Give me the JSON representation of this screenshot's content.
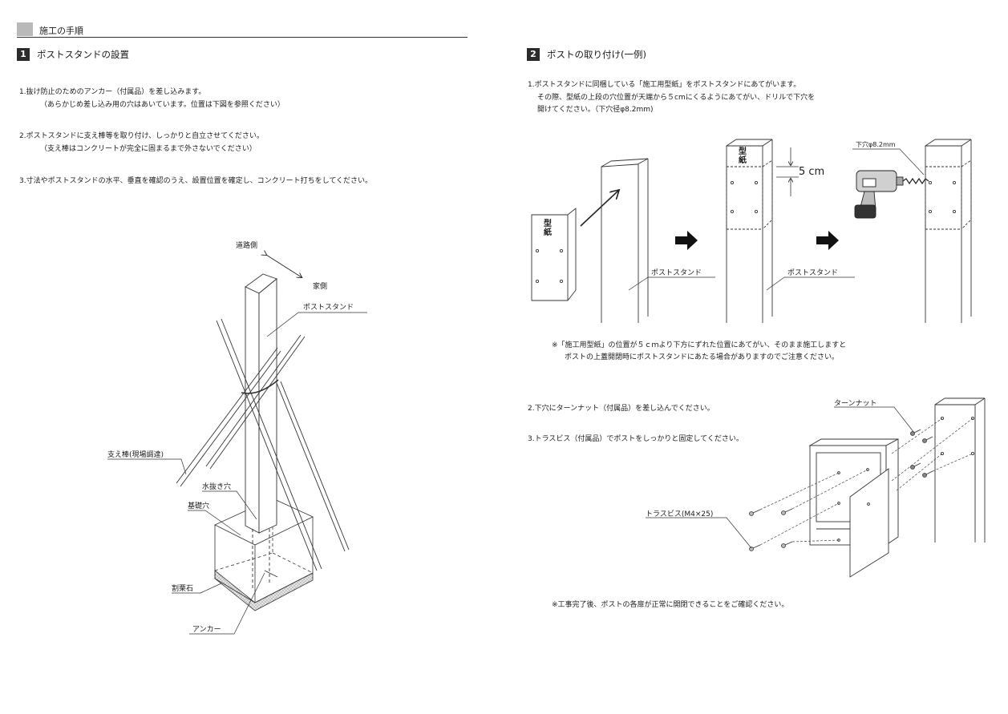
{
  "header": {
    "section_title": "施工の手順"
  },
  "step1": {
    "number": "1",
    "title": "ポストスタンドの設置",
    "items": [
      {
        "line1": "1.抜け防止のためのアンカー（付属品）を差し込みます。",
        "line2": "（あらかじめ差し込み用の穴はあいています。位置は下図を参照ください）"
      },
      {
        "line1": "2.ポストスタンドに支え棒等を取り付け、しっかりと自立させてください。",
        "line2": "（支え棒はコンクリートが完全に固まるまで外さないでください）"
      },
      {
        "line1": "3.寸法やポストスタンドの水平、垂直を確認のうえ、設置位置を確定し、コンクリート打ちをしてください。",
        "line2": ""
      }
    ],
    "diagram_labels": {
      "road_side": "道路側",
      "house_side": "家側",
      "post_stand": "ポストスタンド",
      "support_pole": "支え棒(現場調達)",
      "drain_hole": "水抜き穴",
      "foundation_hole": "基礎穴",
      "crushed_stone": "割栗石",
      "anchor": "アンカー"
    }
  },
  "step2": {
    "number": "2",
    "title": "ポストの取り付け(一例)",
    "intro_lines": [
      "1.ポストスタンドに同梱している「施工用型紙」をポストスタンドにあてがいます。",
      "その際、型紙の上段の穴位置が天端から５cmにくるようにあてがい、ドリルで下穴を",
      "開けてください。（下穴径φ8.2mm)"
    ],
    "diagram_labels": {
      "template_1": "型紙",
      "template_2": "型紙",
      "dimension": "5 cm",
      "pilot_hole": "下穴φ8.2mm",
      "post_stand_1": "ポストスタンド",
      "post_stand_2": "ポストスタンド"
    },
    "note_lines": [
      "※「施工用型紙」の位置が５ｃｍより下方にずれた位置にあてがい、そのまま施工しますと",
      "ポストの上蓋開閉時にポストスタンドにあたる場合がありますのでご注意ください。"
    ],
    "step2_text": "2.下穴にターンナット（付属品）を差し込んでください。",
    "step3_text": "3.トラスビス（付属品）でポストをしっかりと固定してください。",
    "assembly_labels": {
      "turn_nut": "ターンナット",
      "truss_screw": "トラスビス(M4×25)"
    },
    "final_note": "※工事完了後、ポストの各扉が正常に開閉できることをご確認ください。"
  },
  "colors": {
    "header_bar": "#b9b9b9",
    "step_badge": "#2b2b2b",
    "stone": "#cfcfcf"
  }
}
